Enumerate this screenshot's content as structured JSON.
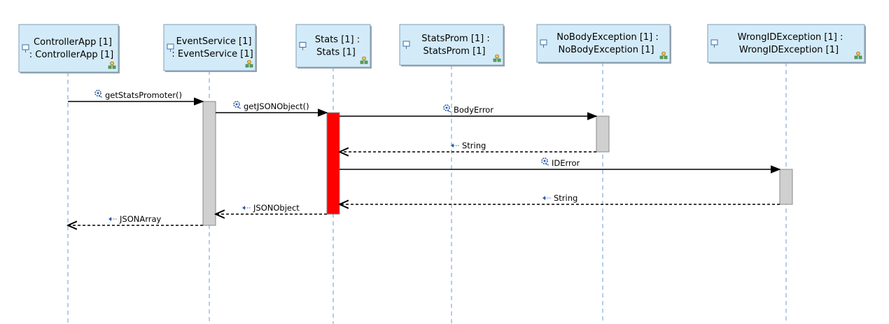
{
  "lifelines": [
    {
      "id": "controllerapp",
      "line1": "ControllerApp [1]",
      "line2": ": ControllerApp [1]"
    },
    {
      "id": "eventservice",
      "line1": "EventService [1]",
      "line2": ": EventService [1]"
    },
    {
      "id": "stats",
      "line1": "Stats [1] :",
      "line2": "Stats [1]"
    },
    {
      "id": "statsprom",
      "line1": "StatsProm [1] :",
      "line2": "StatsProm [1]"
    },
    {
      "id": "nobodyexception",
      "line1": "NoBodyException [1] :",
      "line2": "NoBodyException [1]"
    },
    {
      "id": "wrongidexception",
      "line1": "WrongIDException [1] :",
      "line2": "WrongIDException [1]"
    }
  ],
  "messages": [
    {
      "id": "getstatspromoter",
      "kind": "call",
      "label": "getStatsPromoter()",
      "from": "controllerapp",
      "to": "eventservice"
    },
    {
      "id": "getjsonobject",
      "kind": "call",
      "label": "getJSONObject()",
      "from": "eventservice",
      "to": "stats"
    },
    {
      "id": "bodyerror",
      "kind": "call",
      "label": "BodyError",
      "from": "stats",
      "to": "nobodyexception"
    },
    {
      "id": "string-reply-1",
      "kind": "reply",
      "label": "String",
      "from": "nobodyexception",
      "to": "stats"
    },
    {
      "id": "iderror",
      "kind": "call",
      "label": "IDError",
      "from": "stats",
      "to": "wrongidexception"
    },
    {
      "id": "string-reply-2",
      "kind": "reply",
      "label": "String",
      "from": "wrongidexception",
      "to": "stats"
    },
    {
      "id": "jsonobject-reply",
      "kind": "reply",
      "label": "JSONObject",
      "from": "stats",
      "to": "eventservice"
    },
    {
      "id": "jsonarray-reply",
      "kind": "reply",
      "label": "JSONArray",
      "from": "eventservice",
      "to": "controllerapp"
    }
  ],
  "activations": [
    {
      "id": "eventservice",
      "color": "#d0d0d0"
    },
    {
      "id": "stats",
      "color": "#ff0000"
    },
    {
      "id": "nobodyexception",
      "color": "#d0d0d0"
    },
    {
      "id": "wrongidexception",
      "color": "#d0d0d0"
    }
  ],
  "colors": {
    "lifeline_fill": "#d3ebf8",
    "lifeline_border": "#7f9db9",
    "lifeline_dash": "#6b9bd1",
    "highlighted_activation": "#ff0000",
    "activation_default": "#d0d0d0"
  },
  "icons": {
    "lifeline": "lifeline-icon",
    "instance": "instance-icon",
    "call": "gear-icon",
    "reply": "return-arrow-icon"
  }
}
